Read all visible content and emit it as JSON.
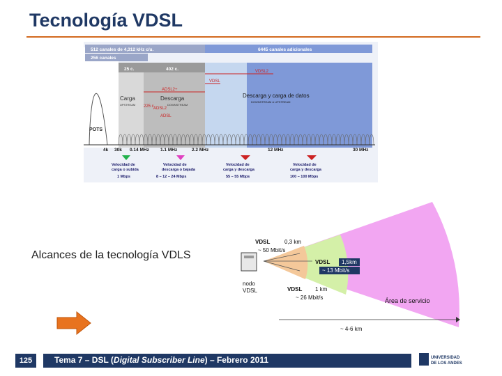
{
  "slide": {
    "title": "Tecnología VDSL",
    "reach_caption": "Alcances de la tecnología VDLS",
    "page_number": "125",
    "footer": {
      "prefix": "Tema 7 – DSL (",
      "italic": "Digital Subscriber Line",
      "suffix": ") – Febrero 2011"
    },
    "logo_text": [
      "UNIVERSIDAD",
      "DE LOS ANDES"
    ]
  },
  "spectrum": {
    "top_labels": [
      "512 canales de 4,312 kHz c/u.",
      "256 canales",
      "6445 canales adicionales"
    ],
    "segment_labels": [
      "25 c.",
      "402 c."
    ],
    "band_labels": [
      "VDSL2",
      "VDSL",
      "ADSL2+",
      "ADSL2",
      "ADSL",
      "225 c."
    ],
    "carga": {
      "title": "Carga",
      "sub": "UPSTREAM"
    },
    "descarga": {
      "title": "Descarga",
      "sub": "DOWNSTREAM"
    },
    "datos": {
      "title": "Descarga y carga de datos",
      "sub": "DOWNSTREAM & UPSTREAM"
    },
    "pots": "POTS",
    "freq_ticks": [
      "4k",
      "30k",
      "0.14 MHz",
      "1.1 MHz",
      "2.2 MHz",
      "12 MHz",
      "30 MHz"
    ],
    "speeds": [
      {
        "lines": [
          "Velocidad de",
          "carga o subida",
          "1 Mbps"
        ],
        "color": "#22b14c"
      },
      {
        "lines": [
          "Velocidad de",
          "descarga o bajada",
          "8 – 12 – 24 Mbps"
        ],
        "color": "#e040c0"
      },
      {
        "lines": [
          "Velocidad de",
          "carga y descarga",
          "55 – 55 Mbps"
        ],
        "color": "#cc2222"
      },
      {
        "lines": [
          "Velocidad de",
          "carga y descarga",
          "100 – 100 Mbps"
        ],
        "color": "#cc2222"
      }
    ]
  },
  "coverage": {
    "vdsl_short": {
      "label": "VDSL",
      "dist": "0,3 km",
      "speed": "~ 50 Mbit/s"
    },
    "vdsl_mid": {
      "label": "VDSL",
      "dist": "1,5km",
      "speed": "~ 13 Mbit/s"
    },
    "vdsl_long": {
      "label": "VDSL",
      "dist": "1 km",
      "speed": "~ 26 Mbit/s"
    },
    "node_label": [
      "nodo",
      "VDSL"
    ],
    "area": "Área de servicio",
    "range": "~ 4-6 km"
  }
}
